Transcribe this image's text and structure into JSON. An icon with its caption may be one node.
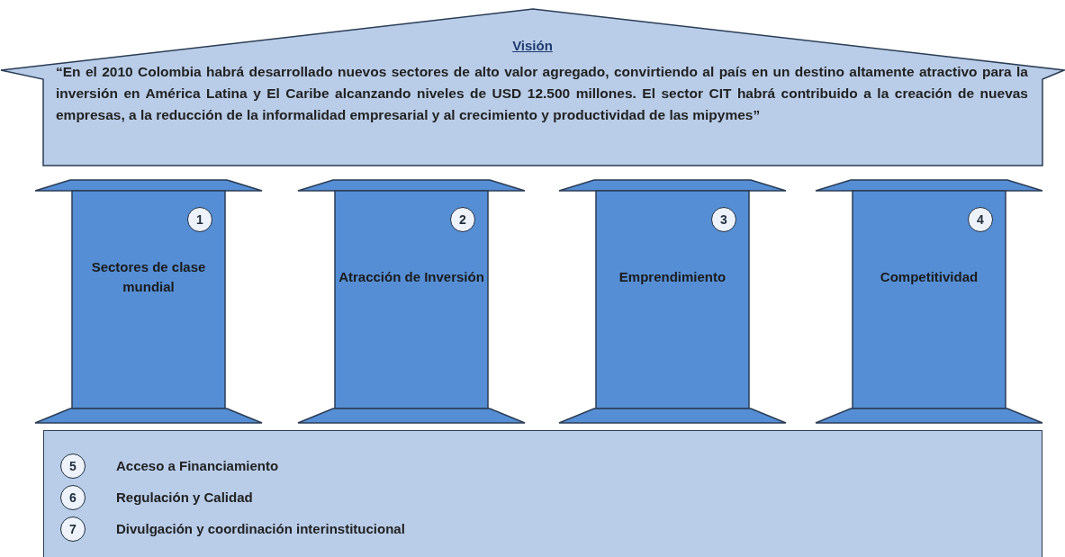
{
  "diagram": {
    "nodes": [
      {
        "text": [
          "Visión",
          "“En el 2010 Colombia habrá desarrollado nuevos sectores de alto valor agregado, convirtiendo al país en un destino altamente atractivo para la inversión en América Latina y El Caribe alcanzando niveles de USD 12.500 millones.  El sector CIT habrá contribuido a la creación de nuevas empresas, a la reducción de la informalidad empresarial y al crecimiento y productividad de las mipymes”"
        ]
      },
      {
        "text": [
          "Sectores de clase mundial"
        ]
      },
      {
        "text": [
          "1"
        ],
        "in": 1
      },
      {
        "text": [
          "Atracción de Inversión"
        ]
      },
      {
        "text": [
          "2"
        ],
        "in": 3
      },
      {
        "text": [
          "Emprendimiento"
        ]
      },
      {
        "text": [
          "3"
        ],
        "in": 5
      },
      {
        "text": [
          "Competitividad"
        ]
      },
      {
        "text": [
          "4"
        ],
        "in": 7
      },
      {
        "text": [],
        "shape": "box"
      },
      {
        "text": [
          "5"
        ],
        "in": 9,
        "beside": [
          "Acceso a Financiamiento"
        ]
      },
      {
        "text": [
          "6"
        ],
        "in": 9,
        "beside": [
          "Regulación y Calidad"
        ]
      },
      {
        "text": [
          "7"
        ],
        "in": 9,
        "beside": [
          "Divulgación y coordinación interinstitucional"
        ]
      }
    ],
    "edges": []
  }
}
